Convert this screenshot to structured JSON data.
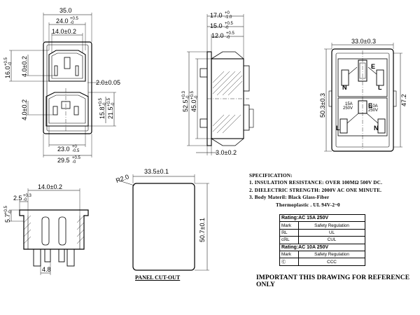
{
  "dimensions": {
    "front_width": "35.0",
    "front_top_inner": "24.0",
    "front_top_inner_tol_up": "+0.5",
    "front_top_inner_tol_dn": "-0",
    "front_top_socket": "14.0±0.2",
    "front_left_outer": "16.0",
    "front_left_outer_tol_up": "+0.5",
    "front_left_outer_tol_dn": "-0",
    "front_left_inner": "4.0±0.2",
    "front_right_offset": "2.0±0.05",
    "front_left_low": "4.0±0.2",
    "front_right_15": "15.8",
    "front_right_15_tol_up": "+0.5",
    "front_right_15_tol_dn": "-0",
    "front_right_21": "21.5",
    "front_right_21_tol_up": "+0.5",
    "front_right_21_tol_dn": "-0",
    "front_bottom_23": "23.0",
    "front_bottom_23_tol_up": "+0",
    "front_bottom_23_tol_dn": "-0.5",
    "front_bottom_29": "29.5",
    "front_bottom_29_tol_up": "+0.5",
    "front_bottom_29_tol_dn": "-0",
    "side_17": "17.0",
    "side_17_tol_up": "+0",
    "side_17_tol_dn": "-1.0",
    "side_15": "15.0",
    "side_15_tol_up": "+0.5",
    "side_15_tol_dn": "-0",
    "side_12": "12.0",
    "side_12_tol_up": "+0.5",
    "side_12_tol_dn": "-0",
    "side_52": "52.5",
    "side_52_tol_up": "+0.3",
    "side_52_tol_dn": "-0",
    "side_45": "45.0",
    "side_45_tol_up": "+0.5",
    "side_45_tol_dn": "-0",
    "side_3": "3.0±0.2",
    "rear_33": "33.0±0.3",
    "rear_50": "50.3±0.3",
    "rear_47": "47.2",
    "bot_14": "14.0±0.2",
    "bot_2_5": "2.5",
    "bot_2_5_tol_up": "+0.3",
    "bot_2_5_tol_dn": "-0",
    "bot_5_7": "5.7",
    "bot_5_7_tol_up": "+0.5",
    "bot_5_7_tol_dn": "-0",
    "bot_4_8": "4.8",
    "panel_33": "33.5±0.1",
    "panel_50": "50.7±0.1",
    "panel_r2": "R2.0"
  },
  "rear_labels": {
    "n_top": "N",
    "l_top": "L",
    "e_top": "E",
    "e_mid": "E",
    "n_bot": "N",
    "l_bot": "L",
    "rating_left": "15A\n250V",
    "rating_left_1": "15A",
    "rating_left_2": "250V",
    "rating_right_1": "10A",
    "rating_right_2": "250V"
  },
  "specification": {
    "title": "SPECIFICATION:",
    "line1": "1. INSULATION RESISTANCE: OVER 100MΩ 500V DC.",
    "line2": "2. DIELECTRIC STRENGTH: 2000V AC ONE MINUTE.",
    "line3": "3. Body Materil: Black Glass-Fiber",
    "line4": "Thermoplastic . UL 94V-2~0"
  },
  "rating_table": {
    "rating1": "Rating:AC 15A 250V",
    "mark_header": "Mark",
    "mark_value_header": "Safety Regulation",
    "ul_mark": "ℝL",
    "ul_value": "UL",
    "cul_mark": "cℝL",
    "cul_value": "CUL",
    "rating2": "Rating:AC 10A 250V",
    "mark_header2": "Mark",
    "mark_value_header2": "Safety Regulation",
    "ccc_mark": "Ⓒ",
    "ccc_value": "CCC"
  },
  "captions": {
    "panel_cutout": "PANEL CUT-OUT",
    "important": "IMPORTANT THIS DRAWING FOR REFERENCE ONLY"
  }
}
